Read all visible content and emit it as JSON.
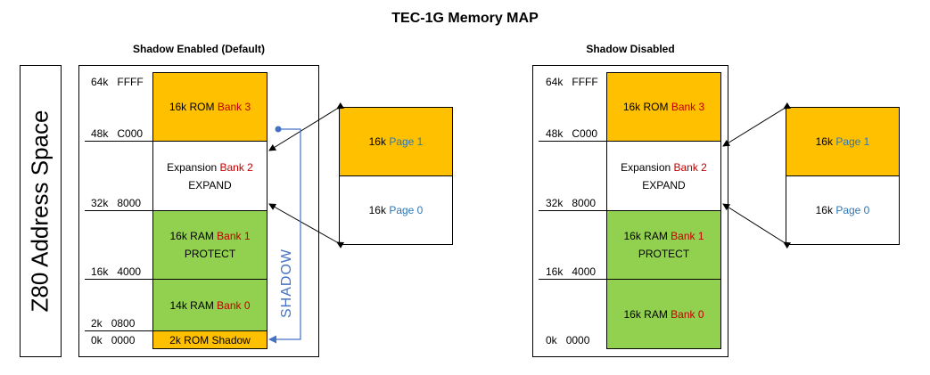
{
  "title": "TEC-1G Memory MAP",
  "address_space_label": "Z80 Address Space",
  "colors": {
    "rom": "#ffc000",
    "ram": "#92d050",
    "bank_text": "#c00000",
    "page_text": "#2e75b6",
    "shadow_arrow": "#4472c4"
  },
  "left": {
    "heading": "Shadow Enabled (Default)",
    "addresses": [
      {
        "k": "64k",
        "hex": "FFFF"
      },
      {
        "k": "48k",
        "hex": "C000"
      },
      {
        "k": "32k",
        "hex": "8000"
      },
      {
        "k": "16k",
        "hex": "4000"
      },
      {
        "k": "2k",
        "hex": "0800"
      },
      {
        "k": "0k",
        "hex": "0000"
      }
    ],
    "blocks": {
      "rom3": {
        "text": "16k ROM ",
        "bank": "Bank 3"
      },
      "expansion": {
        "text": "Expansion ",
        "bank": "Bank 2",
        "sub": "EXPAND"
      },
      "ram1": {
        "text": "16k RAM ",
        "bank": "Bank 1",
        "sub": "PROTECT"
      },
      "ram0": {
        "text": "14k RAM ",
        "bank": "Bank 0"
      },
      "shadow": {
        "text": "2k ROM Shadow"
      }
    },
    "shadow_label": "SHADOW",
    "pages": {
      "page1": {
        "text": "16k ",
        "page": "Page 1"
      },
      "page0": {
        "text": "16k ",
        "page": "Page 0"
      }
    }
  },
  "right": {
    "heading": "Shadow Disabled",
    "addresses": [
      {
        "k": "64k",
        "hex": "FFFF"
      },
      {
        "k": "48k",
        "hex": "C000"
      },
      {
        "k": "32k",
        "hex": "8000"
      },
      {
        "k": "16k",
        "hex": "4000"
      },
      {
        "k": "0k",
        "hex": "0000"
      }
    ],
    "blocks": {
      "rom3": {
        "text": "16k ROM ",
        "bank": "Bank 3"
      },
      "expansion": {
        "text": "Expansion ",
        "bank": "Bank 2",
        "sub": "EXPAND"
      },
      "ram1": {
        "text": "16k RAM ",
        "bank": "Bank 1",
        "sub": "PROTECT"
      },
      "ram0": {
        "text": "16k RAM ",
        "bank": "Bank 0"
      }
    },
    "pages": {
      "page1": {
        "text": "16k ",
        "page": "Page 1"
      },
      "page0": {
        "text": "16k ",
        "page": "Page 0"
      }
    }
  }
}
